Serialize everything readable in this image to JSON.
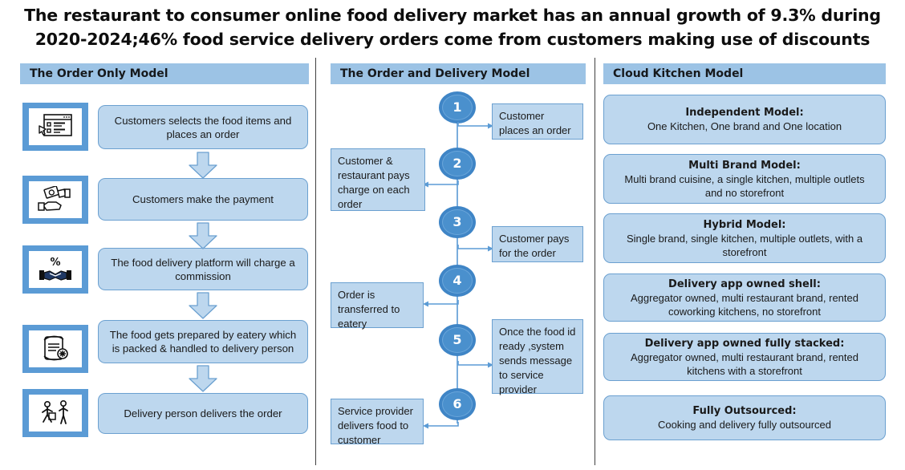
{
  "title": {
    "line1": "The restaurant to consumer online food delivery market has an annual growth of 9.3% during",
    "line2": "2020-2024;46%  food service delivery orders come from customers making use of discounts"
  },
  "columns": {
    "order_only": {
      "header": "The Order Only Model",
      "steps": [
        {
          "icon": "order-checklist-icon",
          "text": "Customers selects the food items and places an order"
        },
        {
          "icon": "payment-hands-icon",
          "text": "Customers make the payment"
        },
        {
          "icon": "commission-handshake-percent-icon",
          "text": "The food delivery platform will charge a commission"
        },
        {
          "icon": "food-package-icon",
          "text": "The food gets prepared by eatery which is packed & handled to delivery person"
        },
        {
          "icon": "delivery-person-icon",
          "text": "Delivery person delivers the order"
        }
      ]
    },
    "order_and_delivery": {
      "header": "The Order and Delivery Model",
      "nodes": [
        {
          "number": "1",
          "text": "Customer places an order",
          "side": "right"
        },
        {
          "number": "2",
          "text": "Customer & restaurant pays charge on each order",
          "side": "left"
        },
        {
          "number": "3",
          "text": "Customer pays for the order",
          "side": "right"
        },
        {
          "number": "4",
          "text": "Order is transferred to eatery",
          "side": "left"
        },
        {
          "number": "5",
          "text": "Once the food id ready ,system sends message to service provider",
          "side": "right"
        },
        {
          "number": "6",
          "text": "Service provider delivers food to customer",
          "side": "left"
        }
      ]
    },
    "cloud_kitchen": {
      "header": "Cloud Kitchen Model",
      "models": [
        {
          "title": "Independent Model:",
          "desc": "One Kitchen, One brand and One location"
        },
        {
          "title": "Multi Brand Model:",
          "desc": "Multi brand cuisine, a single kitchen, multiple outlets and no storefront"
        },
        {
          "title": "Hybrid Model:",
          "desc": "Single brand, single kitchen, multiple outlets, with a storefront"
        },
        {
          "title": "Delivery app owned shell:",
          "desc": "Aggregator owned, multi restaurant brand, rented coworking kitchens, no storefront"
        },
        {
          "title": "Delivery app owned fully stacked:",
          "desc": "Aggregator owned, multi restaurant brand, rented kitchens with a storefront"
        },
        {
          "title": "Fully Outsourced:",
          "desc": "Cooking and delivery fully outsourced"
        }
      ]
    }
  },
  "colors": {
    "header_bar": "#9CC3E5",
    "box_fill": "#BDD7EE",
    "box_border": "#6BA0D0",
    "icon_frame": "#5B9BD5",
    "node_circle": "#3F85C6",
    "connector": "#7AADDD",
    "divider": "#404040",
    "text": "#1A1A1A"
  }
}
